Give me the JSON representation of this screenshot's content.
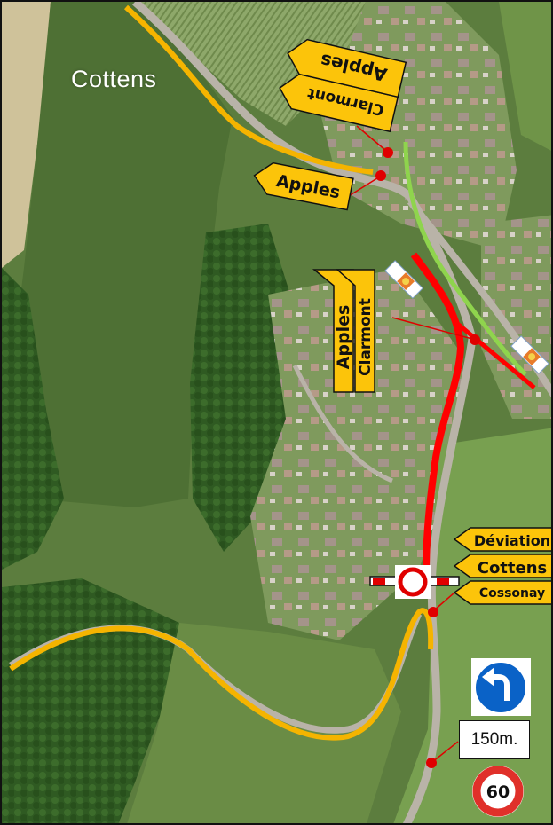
{
  "map": {
    "town_label": "Cottens",
    "signs": {
      "top_arrow_1": "Clarmont",
      "top_arrow_2": "Apples",
      "mid_arrow": "Apples",
      "vertical_arrow_1": "Apples",
      "vertical_arrow_2": "Clarmont",
      "detour_1": "Déviation",
      "detour_2": "Cottens",
      "detour_3": "Cossonay"
    },
    "distance_panel": "150m.",
    "speed_limit": "60",
    "icons": [
      "keep-left-arrow-icon",
      "no-entry-sign-icon",
      "speed-limit-sign-icon",
      "road-closure-barrier-icon",
      "roadworks-marker-icon"
    ],
    "colors": {
      "detour_route": "#f5b400",
      "closed_road": "#ff0000",
      "alternative_route": "#8fd44d",
      "sign_background": "#fcc40a",
      "mandatory_sign": "#0a62c7",
      "speed_ring": "#e0302a"
    }
  }
}
